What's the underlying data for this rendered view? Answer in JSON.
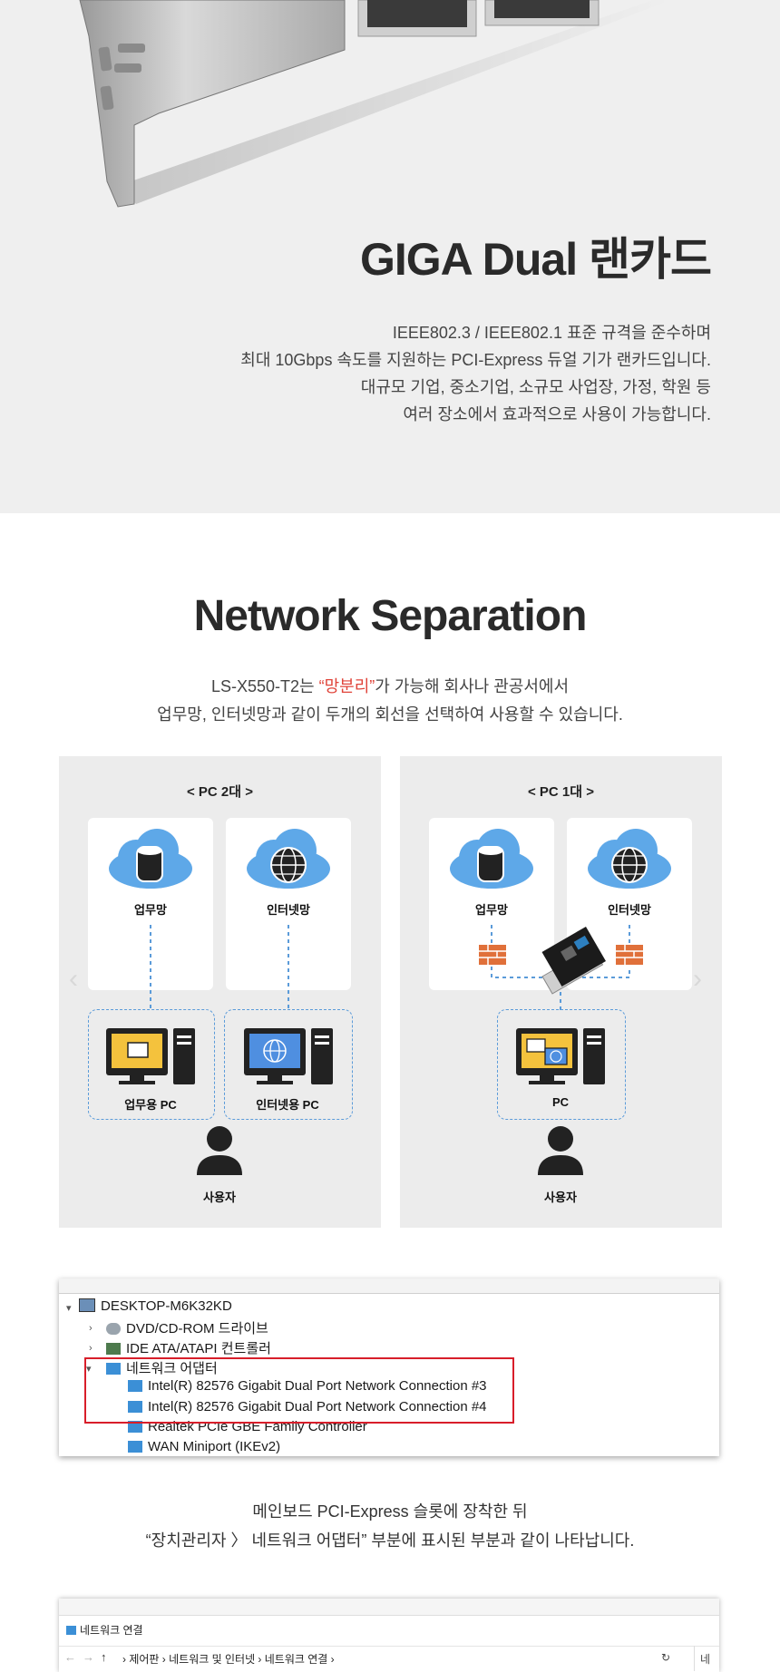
{
  "hero": {
    "title": "GIGA Dual 랜카드",
    "lines": [
      "IEEE802.3 / IEEE802.1 표준 규격을 준수하며",
      "최대 10Gbps 속도를 지원하는 PCI-Express 듀얼 기가 랜카드입니다.",
      "대규모 기업, 중소기업, 소규모 사업장, 가정, 학원 등",
      "여러 장소에서 효과적으로 사용이 가능합니다."
    ]
  },
  "network": {
    "title": "Network Separation",
    "line1_pre": "LS-X550-T2는 ",
    "line1_highlight": "“망분리”",
    "line1_post": "가 가능해 회사나 관공서에서",
    "line2": "업무망, 인터넷망과 같이 두개의 회선을 선택하여 사용할 수 있습니다.",
    "highlight_color": "#e0443a",
    "diagram_left": {
      "title": "< PC 2대 >",
      "net1": "업무망",
      "net2": "인터넷망",
      "pc1": "업무용 PC",
      "pc2": "인터넷용 PC",
      "user": "사용자"
    },
    "diagram_right": {
      "title": "< PC 1대 >",
      "net1": "업무망",
      "net2": "인터넷망",
      "pc": "PC",
      "user": "사용자"
    },
    "nav_prev": "‹",
    "nav_next": "›"
  },
  "device_manager": {
    "root": "DESKTOP-M6K32KD",
    "items": [
      "DVD/CD-ROM 드라이브",
      "IDE ATA/ATAPI 컨트롤러",
      "네트워크 어댑터",
      "Intel(R) 82576 Gigabit Dual Port Network Connection #3",
      "Intel(R) 82576 Gigabit Dual Port Network Connection #4",
      "Realtek PCIe GBE Family Controller",
      "WAN Miniport (IKEv2)"
    ],
    "highlight_color": "#d81e2a"
  },
  "install_desc": {
    "line1": "메인보드 PCI-Express 슬롯에 장착한 뒤",
    "line2": "“장치관리자 〉 네트워크 어댑터” 부분에 표시된 부분과 같이 나타납니다."
  },
  "network_connections": {
    "title": "네트워크 연결",
    "breadcrumb": "› 제어판 › 네트워크 및 인터넷 › 네트워크 연결 ›",
    "search_stub": "네"
  }
}
